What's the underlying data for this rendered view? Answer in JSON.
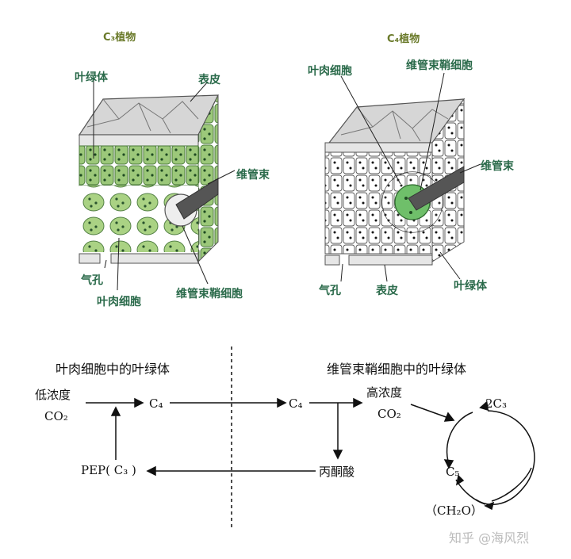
{
  "c3_panel": {
    "title": "C₃植物",
    "labels": {
      "chloroplast": "叶绿体",
      "epidermis": "表皮",
      "vascular_bundle": "维管束",
      "stoma": "气孔",
      "mesophyll": "叶肉细胞",
      "bundle_sheath": "维管束鞘细胞"
    }
  },
  "c4_panel": {
    "title": "C₄植物",
    "labels": {
      "mesophyll": "叶肉细胞",
      "bundle_sheath": "维管束鞘细胞",
      "vascular_bundle": "维管束",
      "stoma": "气孔",
      "epidermis": "表皮",
      "chloroplast": "叶绿体"
    }
  },
  "pathway": {
    "left_header": "叶肉细胞中的叶绿体",
    "right_header": "维管束鞘细胞中的叶绿体",
    "low_conc": "低浓度",
    "co2_left": "CO₂",
    "c4_left": "C₄",
    "c4_right": "C₄",
    "high_conc": "高浓度",
    "co2_right": "CO₂",
    "two_c3": "2C₃",
    "c5": "C₅",
    "ch2o": "（CH₂O）",
    "pep": "PEP( C₃ )",
    "pyruvate": "丙酮酸"
  },
  "watermark": "知乎 @海风烈",
  "colors": {
    "cell_green": "#9cc87a",
    "chloroplast_dark": "#1e4a22",
    "epidermis_gray": "#c8c8c8",
    "vein_dark": "#3a3a3a",
    "label_teal": "#2a6a4a"
  }
}
